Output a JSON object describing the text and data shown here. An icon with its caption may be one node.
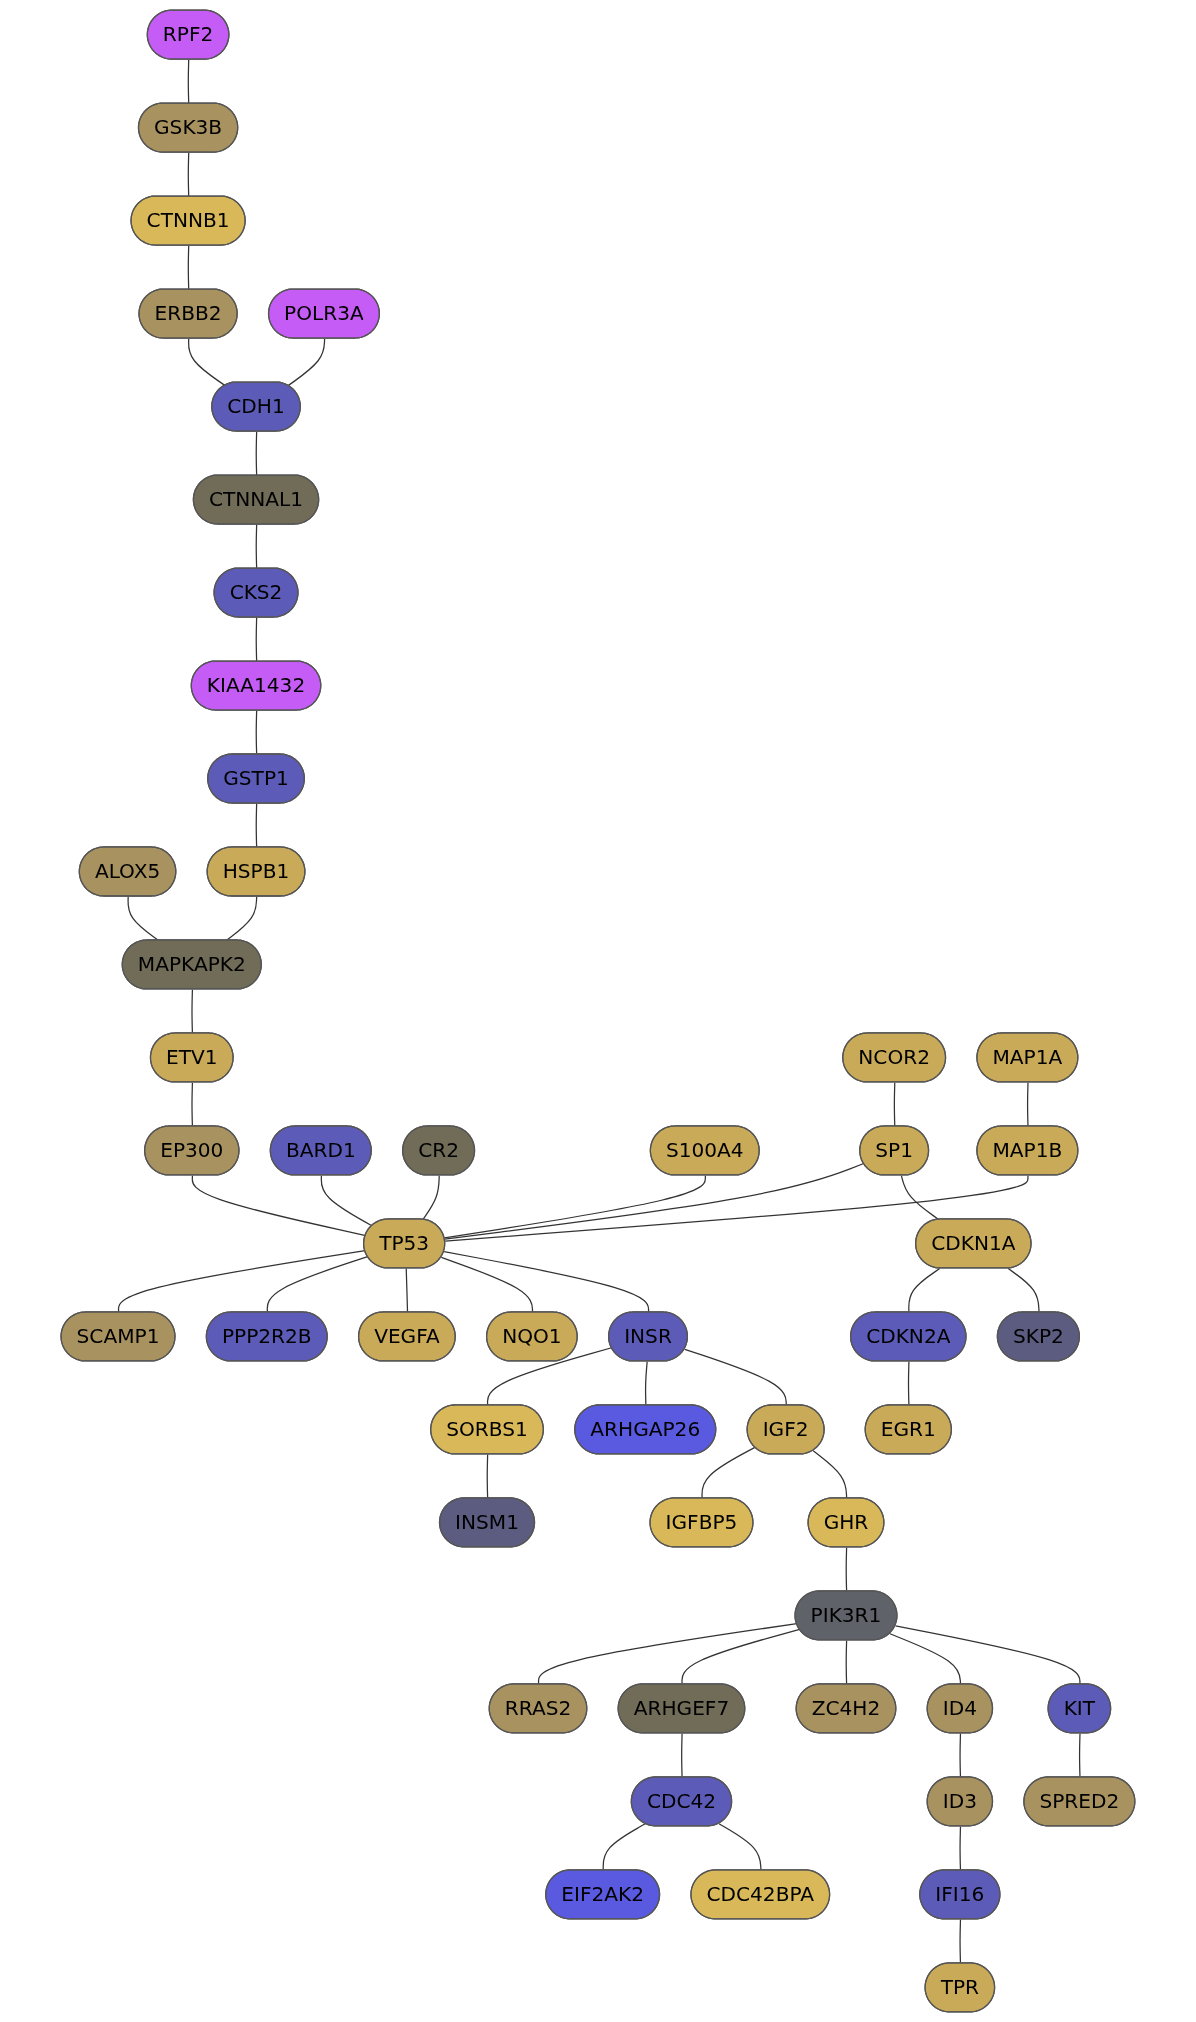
{
  "diagram": {
    "nodes": [
      {
        "text": [
          "RPF2"
        ]
      },
      {
        "text": [
          "GSK3B"
        ]
      },
      {
        "text": [
          "CTNNB1"
        ]
      },
      {
        "text": [
          "ERBB2"
        ]
      },
      {
        "text": [
          "POLR3A"
        ]
      },
      {
        "text": [
          "CDH1"
        ]
      },
      {
        "text": [
          "CTNNAL1"
        ]
      },
      {
        "text": [
          "CKS2"
        ]
      },
      {
        "text": [
          "KIAA1432"
        ]
      },
      {
        "text": [
          "GSTP1"
        ]
      },
      {
        "text": [
          "ALOX5"
        ]
      },
      {
        "text": [
          "HSPB1"
        ]
      },
      {
        "text": [
          "MAPKAPK2"
        ]
      },
      {
        "text": [
          "ETV1"
        ]
      },
      {
        "text": [
          "EGR1"
        ]
      },
      {
        "text": [
          "NCOR2"
        ]
      },
      {
        "text": [
          "EP300"
        ]
      },
      {
        "text": [
          "CDKN2A"
        ]
      },
      {
        "text": [
          "BARD1"
        ]
      },
      {
        "text": [
          "CR2"
        ]
      },
      {
        "text": [
          "S100A4"
        ]
      },
      {
        "text": [
          "SP1"
        ]
      },
      {
        "text": [
          "CDKN1A"
        ]
      },
      {
        "text": [
          "MAP1A"
        ]
      },
      {
        "text": [
          "MAP1B"
        ]
      },
      {
        "text": [
          "TP53"
        ]
      },
      {
        "text": [
          "SCAMP1"
        ]
      },
      {
        "text": [
          "SKP2"
        ]
      },
      {
        "text": [
          "PPP2R2B"
        ]
      },
      {
        "text": [
          "VEGFA"
        ]
      },
      {
        "text": [
          "NQO1"
        ]
      },
      {
        "text": [
          "INSR"
        ]
      },
      {
        "text": [
          "SORBS1"
        ]
      },
      {
        "text": [
          "INSM1"
        ]
      },
      {
        "text": [
          "ARHGAP26"
        ]
      },
      {
        "text": [
          "IGF2"
        ]
      },
      {
        "text": [
          "IGFBP5"
        ]
      },
      {
        "text": [
          "GHR"
        ]
      },
      {
        "text": [
          "PIK3R1"
        ]
      },
      {
        "text": [
          "RRAS2"
        ]
      },
      {
        "text": [
          "ARHGEF7"
        ]
      },
      {
        "text": [
          "ZC4H2"
        ]
      },
      {
        "text": [
          "ID4"
        ]
      },
      {
        "text": [
          "KIT"
        ]
      },
      {
        "text": [
          "CDC42"
        ]
      },
      {
        "text": [
          "EIF2AK2"
        ]
      },
      {
        "text": [
          "ID3"
        ]
      },
      {
        "text": [
          "IFI16"
        ]
      },
      {
        "text": [
          "SPRED2"
        ]
      },
      {
        "text": [
          "CDC42BPA"
        ]
      },
      {
        "text": [
          "TPR"
        ]
      }
    ],
    "edges": [
      {
        "from": 0,
        "to": 1,
        "arrow": "none"
      },
      {
        "from": 1,
        "to": 2,
        "arrow": "none"
      },
      {
        "from": 2,
        "to": 3,
        "arrow": "none"
      },
      {
        "from": 3,
        "to": 5,
        "arrow": "none"
      },
      {
        "from": 4,
        "to": 5,
        "arrow": "none"
      },
      {
        "from": 5,
        "to": 6,
        "arrow": "none"
      },
      {
        "from": 6,
        "to": 7,
        "arrow": "none"
      },
      {
        "from": 7,
        "to": 8,
        "arrow": "none"
      },
      {
        "from": 8,
        "to": 9,
        "arrow": "none"
      },
      {
        "from": 9,
        "to": 11,
        "arrow": "none"
      },
      {
        "from": 11,
        "to": 12,
        "arrow": "none"
      },
      {
        "from": 10,
        "to": 12,
        "arrow": "none"
      },
      {
        "from": 12,
        "to": 13,
        "arrow": "none"
      },
      {
        "from": 13,
        "to": 16,
        "arrow": "none"
      },
      {
        "from": 16,
        "to": 25,
        "arrow": "none"
      },
      {
        "from": 18,
        "to": 25,
        "arrow": "none"
      },
      {
        "from": 19,
        "to": 25,
        "arrow": "none"
      },
      {
        "from": 20,
        "to": 25,
        "arrow": "none"
      },
      {
        "from": 24,
        "to": 25,
        "arrow": "none"
      },
      {
        "from": 23,
        "to": 24,
        "arrow": "none"
      },
      {
        "from": 21,
        "to": 25,
        "arrow": "none"
      },
      {
        "from": 15,
        "to": 21,
        "arrow": "none"
      },
      {
        "from": 21,
        "to": 22,
        "arrow": "none"
      },
      {
        "from": 22,
        "to": 17,
        "arrow": "none"
      },
      {
        "from": 17,
        "to": 14,
        "arrow": "none"
      },
      {
        "from": 22,
        "to": 27,
        "arrow": "none"
      },
      {
        "from": 25,
        "to": 26,
        "arrow": "none"
      },
      {
        "from": 25,
        "to": 28,
        "arrow": "none"
      },
      {
        "from": 25,
        "to": 29,
        "arrow": "none"
      },
      {
        "from": 25,
        "to": 30,
        "arrow": "none"
      },
      {
        "from": 25,
        "to": 31,
        "arrow": "none"
      },
      {
        "from": 31,
        "to": 32,
        "arrow": "none"
      },
      {
        "from": 32,
        "to": 33,
        "arrow": "none"
      },
      {
        "from": 31,
        "to": 34,
        "arrow": "none"
      },
      {
        "from": 31,
        "to": 35,
        "arrow": "none"
      },
      {
        "from": 35,
        "to": 36,
        "arrow": "none"
      },
      {
        "from": 35,
        "to": 37,
        "arrow": "none"
      },
      {
        "from": 37,
        "to": 38,
        "arrow": "none"
      },
      {
        "from": 38,
        "to": 39,
        "arrow": "none"
      },
      {
        "from": 38,
        "to": 40,
        "arrow": "none"
      },
      {
        "from": 38,
        "to": 41,
        "arrow": "none"
      },
      {
        "from": 38,
        "to": 42,
        "arrow": "none"
      },
      {
        "from": 38,
        "to": 43,
        "arrow": "none"
      },
      {
        "from": 40,
        "to": 44,
        "arrow": "none"
      },
      {
        "from": 44,
        "to": 45,
        "arrow": "none"
      },
      {
        "from": 44,
        "to": 49,
        "arrow": "none"
      },
      {
        "from": 43,
        "to": 48,
        "arrow": "none"
      },
      {
        "from": 42,
        "to": 46,
        "arrow": "none"
      },
      {
        "from": 46,
        "to": 47,
        "arrow": "none"
      },
      {
        "from": 47,
        "to": 50,
        "arrow": "none"
      }
    ]
  }
}
